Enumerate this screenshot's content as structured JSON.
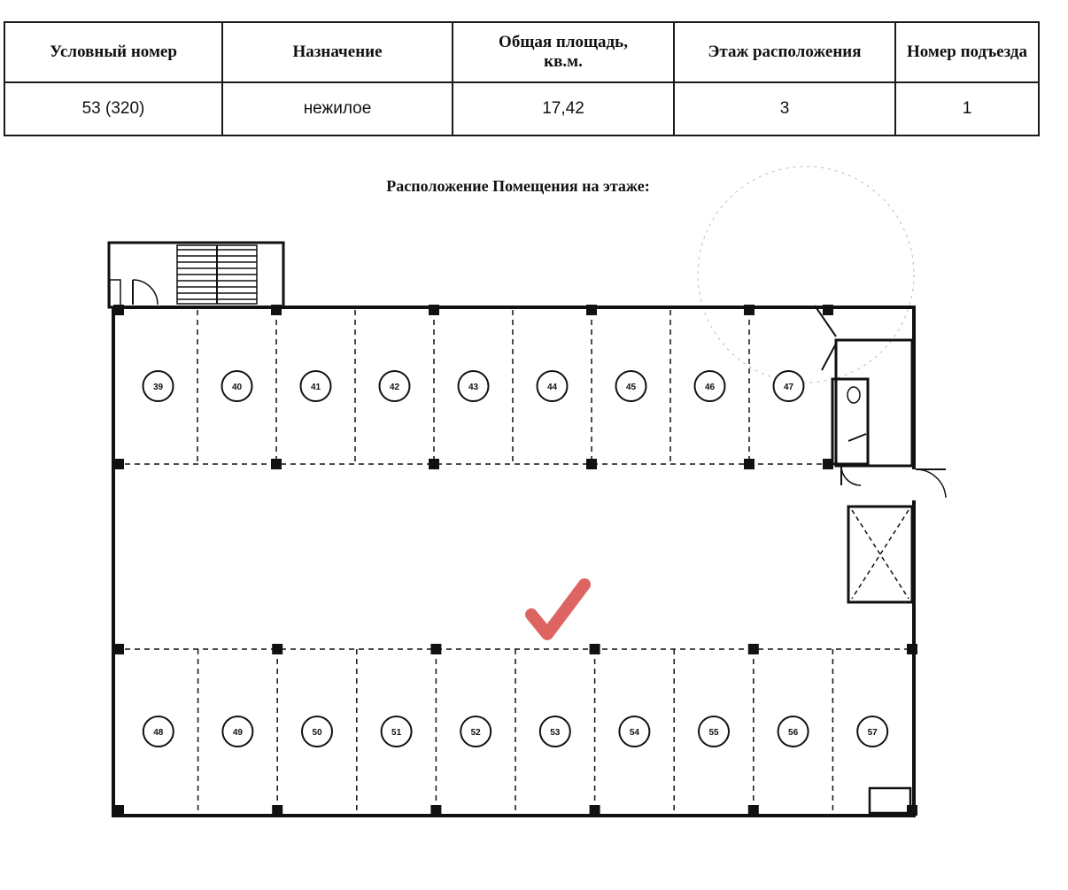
{
  "table": {
    "headers": [
      "Условный номер",
      "Назначение",
      "Общая площадь,\nкв.м.",
      "Этаж расположения",
      "Номер подъезда"
    ],
    "row": [
      "53 (320)",
      "нежилое",
      "17,42",
      "3",
      "1"
    ]
  },
  "plan_title": "Расположение Помещения на этаже:",
  "plan": {
    "top_spots": [
      "39",
      "40",
      "41",
      "42",
      "43",
      "44",
      "45",
      "46",
      "47"
    ],
    "bottom_spots": [
      "48",
      "49",
      "50",
      "51",
      "52",
      "53",
      "54",
      "55",
      "56",
      "57"
    ],
    "highlighted_spot": "53",
    "marker_color": "#d9534f"
  }
}
